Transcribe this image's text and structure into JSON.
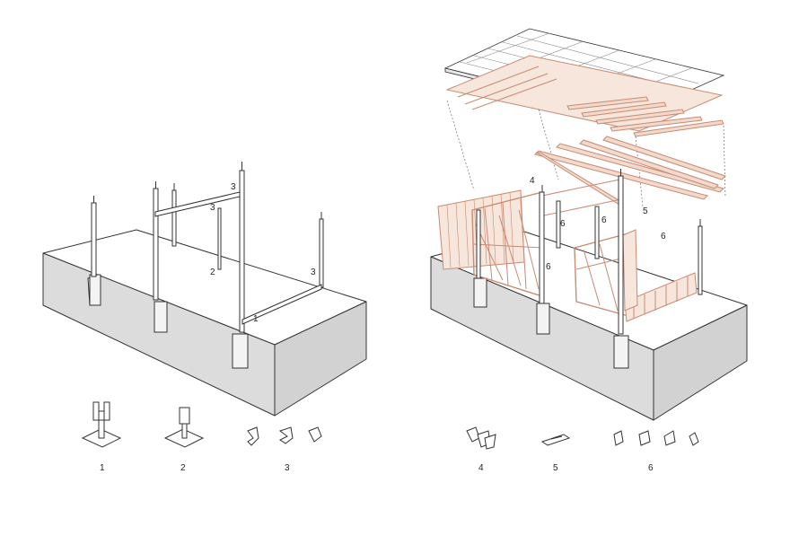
{
  "left_panel": {
    "callouts": [
      "1",
      "2",
      "3",
      "3",
      "3"
    ],
    "captions": [
      "1",
      "2",
      "3"
    ]
  },
  "right_panel": {
    "callouts": [
      "4",
      "5",
      "6",
      "6",
      "6",
      "6"
    ],
    "captions": [
      "4",
      "5",
      "6"
    ]
  },
  "colors": {
    "line": "#333333",
    "timber": "#c98a72",
    "timber_fill": "#f1d9cc",
    "slab_side": "#dcdcdc",
    "slab_top": "#ffffff",
    "roof": "#ffffff"
  }
}
